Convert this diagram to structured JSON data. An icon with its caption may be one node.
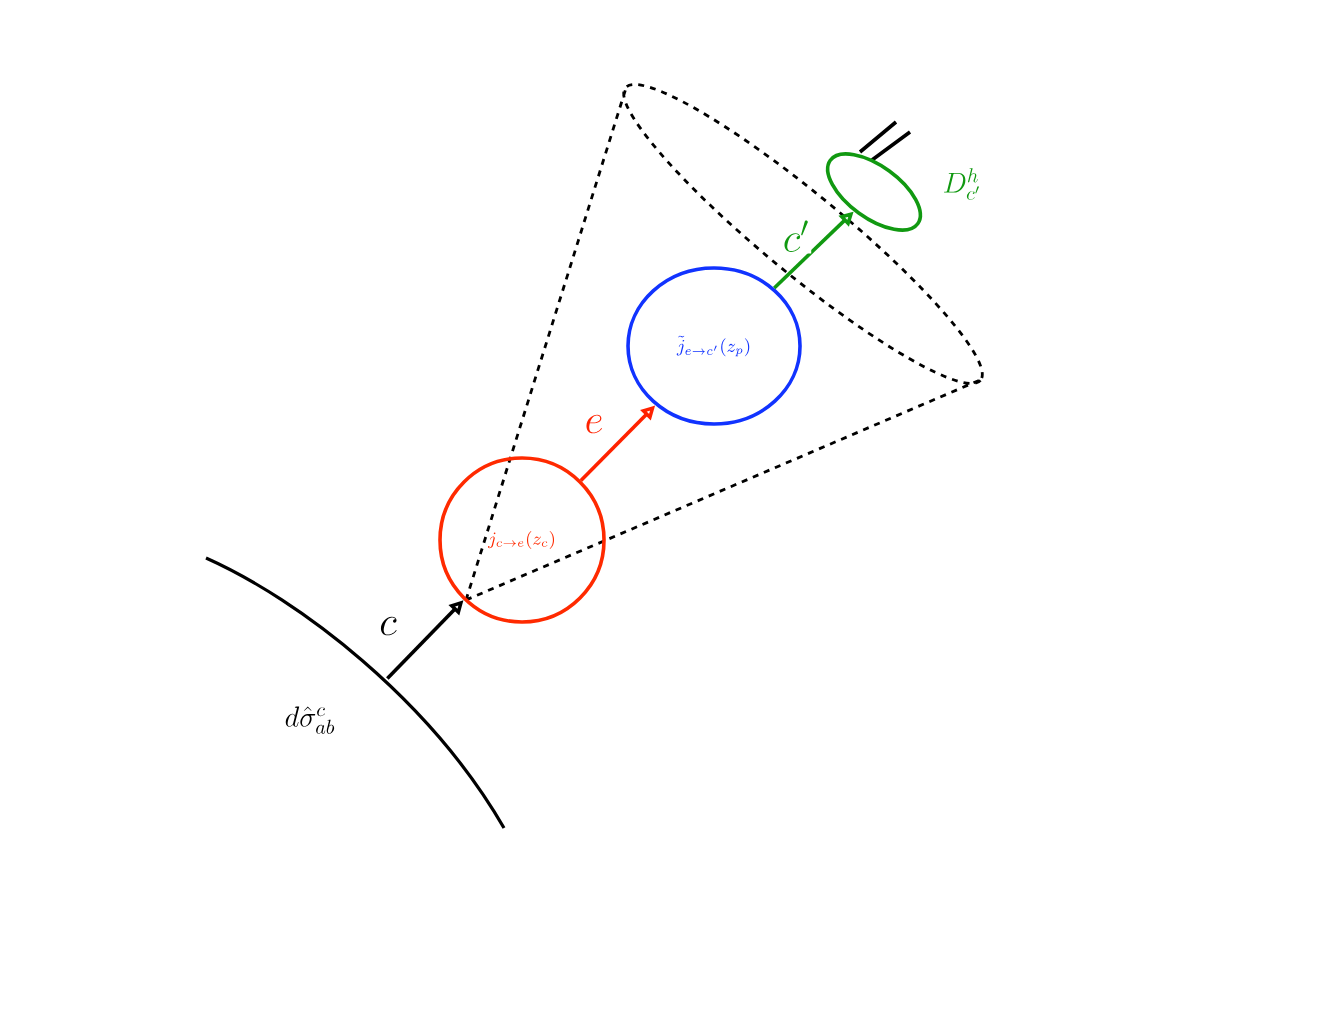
{
  "diagram": {
    "nodes": [
      {
        "text": [
          "d\\hat{\\sigma}_{ab}^{c}"
        ]
      },
      {
        "text": [
          "j_{c\\to e}(z_c)"
        ]
      },
      {
        "text": [
          "\\tilde{j}_{e\\to c'}(z_p)"
        ]
      },
      {
        "text": [],
        "shape": "ellipse",
        "beside": [
          "D_{c'}^{h}"
        ]
      }
    ],
    "edges": [
      {
        "from": 0,
        "to": 1,
        "arrow": "to",
        "label": "c",
        "color": "#000000"
      },
      {
        "from": 1,
        "to": 2,
        "arrow": "to",
        "label": "e",
        "color": "#ff2200"
      },
      {
        "from": 2,
        "to": 3,
        "arrow": "to",
        "label": "c'",
        "color": "#119911"
      }
    ]
  }
}
